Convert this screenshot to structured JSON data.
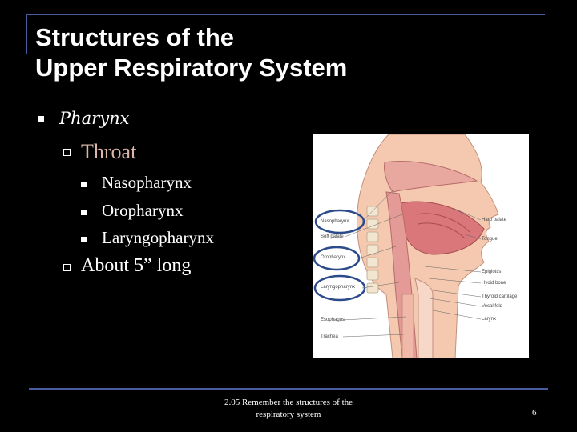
{
  "title": {
    "line1": "Structures of the",
    "line2": "Upper Respiratory System"
  },
  "outline": {
    "level1": "Pharynx",
    "throat": "Throat",
    "sub_items": [
      "Nasopharynx",
      "Oropharynx",
      "Laryngopharynx"
    ],
    "length": "About 5” long"
  },
  "figure": {
    "left_labels": [
      "Nasopharynx",
      "Soft palate",
      "Oropharynx",
      "Laryngopharynx",
      "Esophagus",
      "Trachea"
    ],
    "right_labels": [
      "Hard palate",
      "Tongue",
      "Epiglottis",
      "Hyoid bone",
      "Thyroid cartilage",
      "Vocal fold",
      "Larynx"
    ]
  },
  "footer": {
    "line1": "2.05 Remember the structures of the",
    "line2": "respiratory system",
    "page_number": "6"
  },
  "colors": {
    "accent": "#4a5ca0",
    "throat_text": "#dcb6a8",
    "background": "#000000"
  }
}
